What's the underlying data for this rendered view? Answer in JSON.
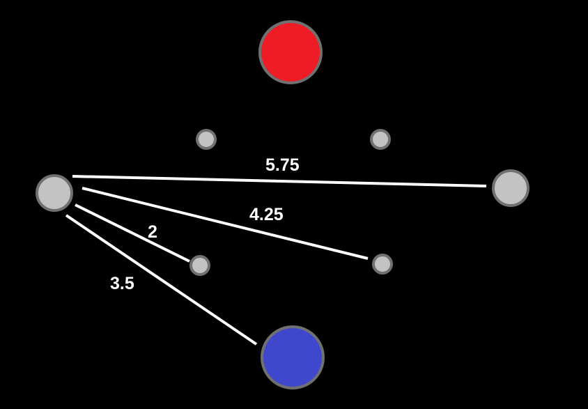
{
  "diagram": {
    "background": "#000000",
    "edge_color": "#ffffff",
    "node_outline_color": "#707070",
    "nodes": [
      {
        "id": "red",
        "color": "#ee1c25"
      },
      {
        "id": "blue",
        "color": "#3f48cc"
      },
      {
        "id": "source",
        "color": "#c3c3c3"
      },
      {
        "id": "right",
        "color": "#c3c3c3"
      },
      {
        "id": "upper-left",
        "color": "#c3c3c3"
      },
      {
        "id": "upper-right",
        "color": "#c3c3c3"
      },
      {
        "id": "lower-left",
        "color": "#c3c3c3"
      },
      {
        "id": "lower-right",
        "color": "#c3c3c3"
      }
    ],
    "edges": [
      {
        "from": "source",
        "to": "right",
        "weight": "5.75"
      },
      {
        "from": "source",
        "to": "lower-right",
        "weight": "4.25"
      },
      {
        "from": "source",
        "to": "lower-left",
        "weight": "2"
      },
      {
        "from": "source",
        "to": "blue",
        "weight": "3.5"
      }
    ]
  }
}
